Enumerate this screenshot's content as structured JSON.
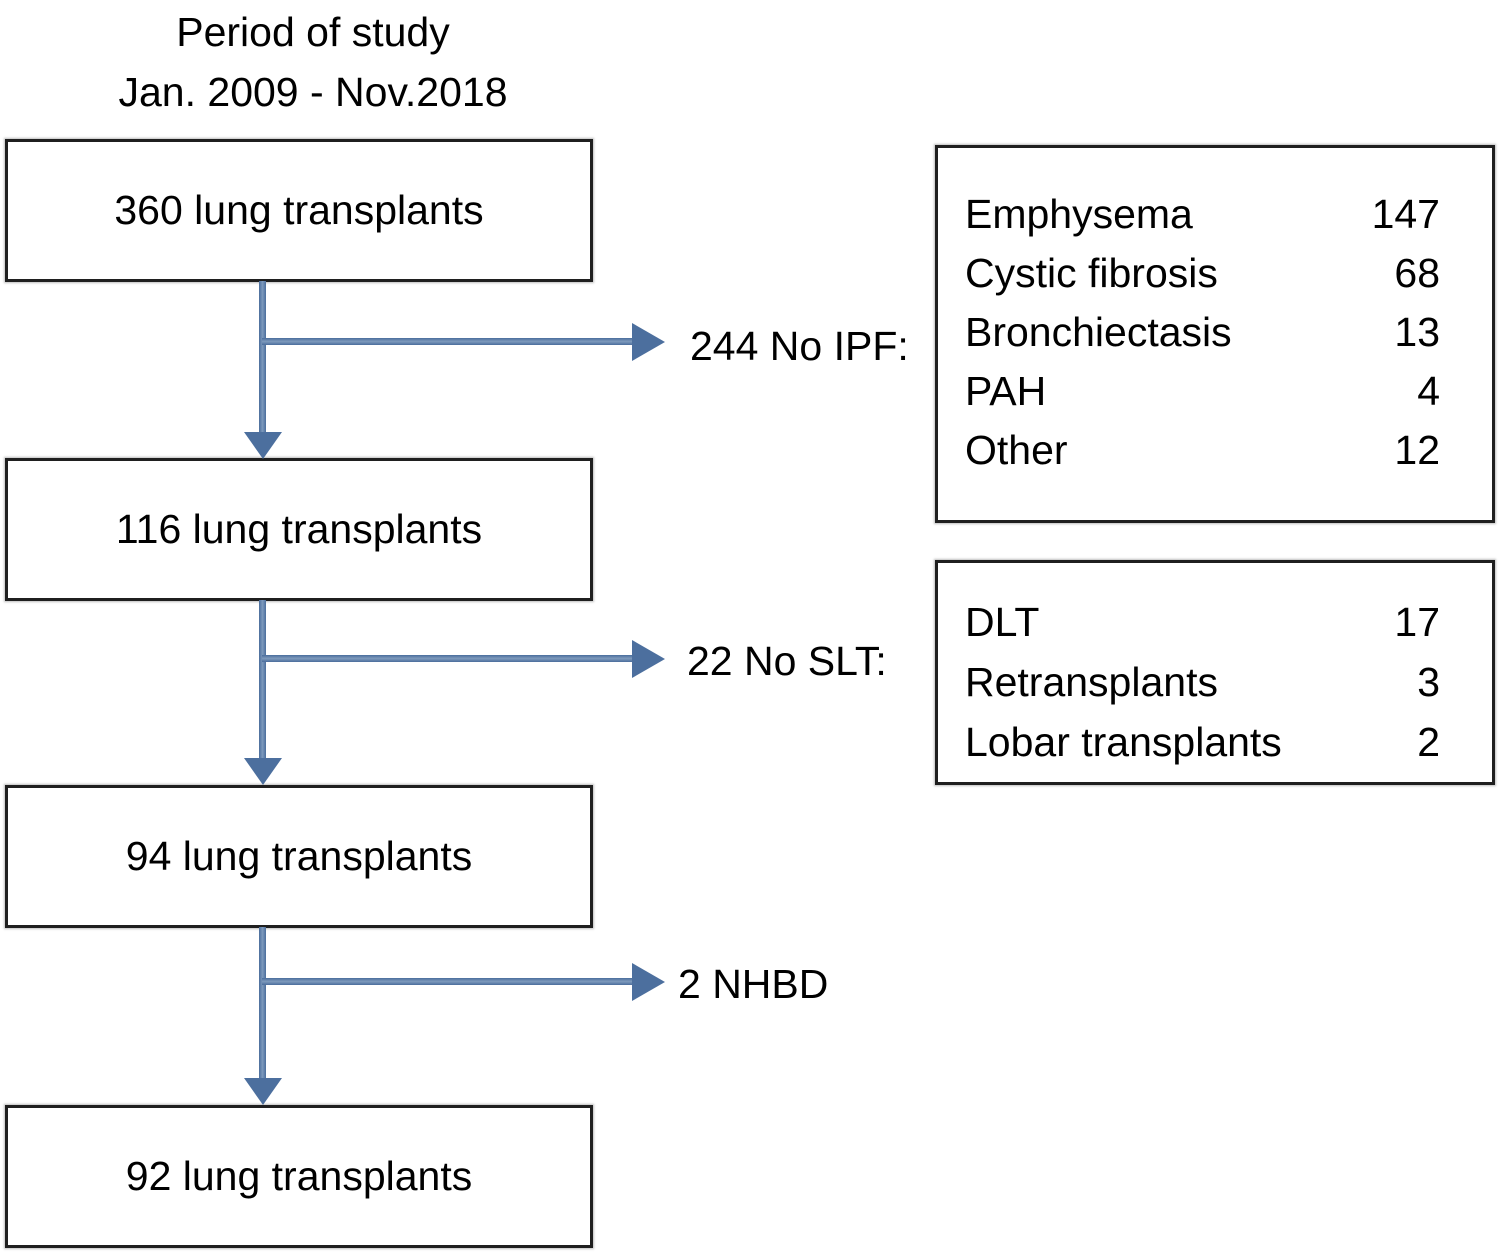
{
  "title": {
    "line1": "Period of study",
    "line2": "Jan. 2009 - Nov.2018"
  },
  "flow_boxes": [
    {
      "label": "360 lung transplants"
    },
    {
      "label": "116 lung transplants"
    },
    {
      "label": "94 lung transplants"
    },
    {
      "label": "92 lung transplants"
    }
  ],
  "branches": [
    {
      "label": "244 No IPF:"
    },
    {
      "label": "22 No SLT:"
    },
    {
      "label": "2 NHBD"
    }
  ],
  "side_boxes": [
    {
      "rows": [
        {
          "label": "Emphysema",
          "value": "147"
        },
        {
          "label": "Cystic fibrosis",
          "value": "68"
        },
        {
          "label": "Bronchiectasis",
          "value": "13"
        },
        {
          "label": "PAH",
          "value": "4"
        },
        {
          "label": "Other",
          "value": "12"
        }
      ]
    },
    {
      "rows": [
        {
          "label": "DLT",
          "value": "17"
        },
        {
          "label": "Retransplants",
          "value": "3"
        },
        {
          "label": "Lobar transplants",
          "value": "2"
        }
      ]
    }
  ],
  "colors": {
    "arrow_line": "#5e80ad",
    "arrow_head": "#4c6f9e",
    "box_border": "#1f1f1f",
    "text": "#000000"
  }
}
